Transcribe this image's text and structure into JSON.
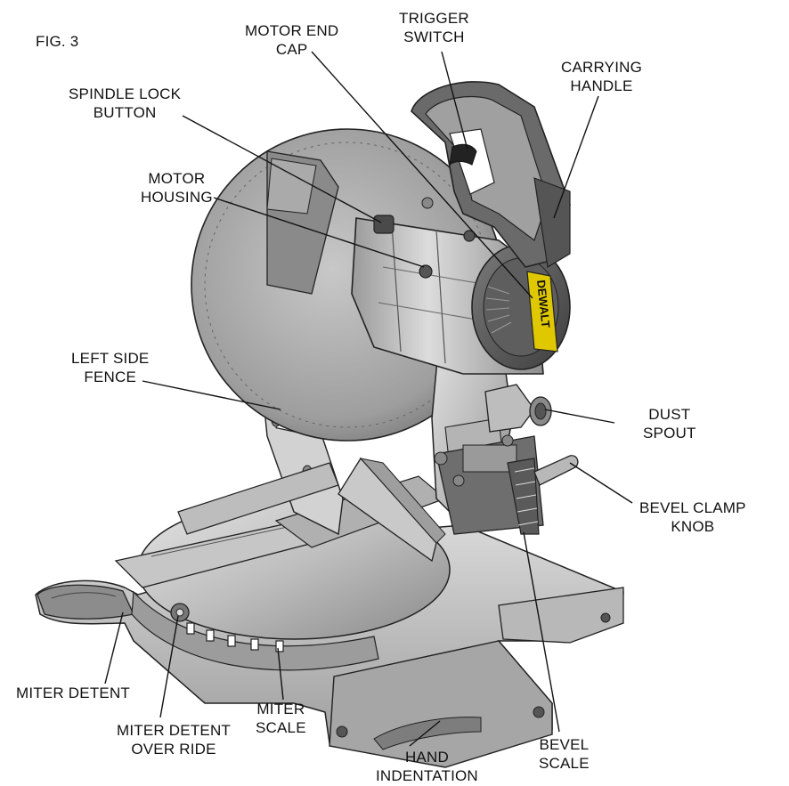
{
  "figure": {
    "label": "FIG. 3"
  },
  "brand": {
    "logo_text": "DEWALT"
  },
  "labels": {
    "motor_end_cap": [
      "MOTOR END",
      "CAP"
    ],
    "trigger_switch": [
      "TRIGGER",
      "SWITCH"
    ],
    "carrying_handle": [
      "CARRYING",
      "HANDLE"
    ],
    "spindle_lock_button": [
      "SPINDLE LOCK",
      "BUTTON"
    ],
    "motor_housing": [
      "MOTOR",
      "HOUSING"
    ],
    "left_side_fence": [
      "LEFT SIDE",
      "FENCE"
    ],
    "dust_spout": [
      "DUST",
      "SPOUT"
    ],
    "bevel_clamp_knob": [
      "BEVEL CLAMP",
      "KNOB"
    ],
    "miter_detent": [
      "MITER DETENT"
    ],
    "miter_detent_over_ride": [
      "MITER DETENT",
      "OVER RIDE"
    ],
    "miter_scale": [
      "MITER",
      "SCALE"
    ],
    "bevel_scale": [
      "BEVEL",
      "SCALE"
    ],
    "hand_indentation": [
      "HAND",
      "INDENTATION"
    ]
  },
  "colors": {
    "ink": "#111111",
    "metal_light": "#d4d4d4",
    "metal_mid": "#a9a9a9",
    "metal_dark": "#6e6e6e"
  }
}
